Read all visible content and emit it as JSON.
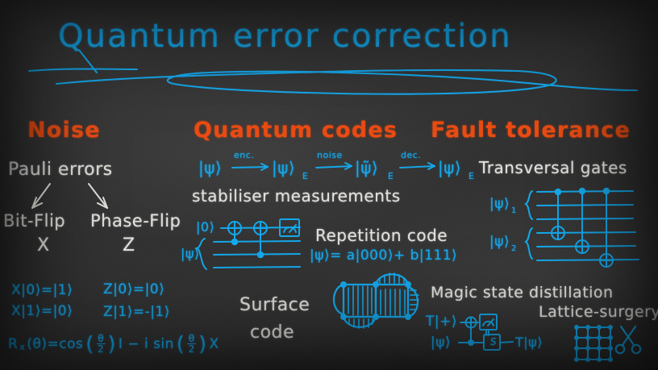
{
  "board": {
    "background_color": "#333333",
    "chalk_white": "#e3e1dc",
    "chalk_blue": "#13a7ea",
    "chalk_orange": "#ea4a11"
  },
  "title": {
    "text": "Quantum error correction",
    "color": "#13a7ea"
  },
  "columns": {
    "noise": {
      "heading": "Noise",
      "subtitle": "Pauli errors",
      "branch_left": "Bit-Flip",
      "branch_left_op": "X",
      "branch_right": "Phase-Flip",
      "branch_right_op": "Z",
      "eq_x0": "X|0⟩=|1⟩",
      "eq_x1": "X|1⟩=|0⟩",
      "eq_z0": "Z|0⟩=|0⟩",
      "eq_z1": "Z|1⟩=-|1⟩",
      "eq_rx": "Rₓ(θ)=cos(θ/2) I − i sin(θ/2) X",
      "eq_rx_parts": {
        "lhs": "R",
        "sub": "x",
        "arg": "(θ)=cos",
        "frac1_num": "θ",
        "frac1_den": "2",
        "mid": "I − i sin",
        "frac2_num": "θ",
        "frac2_den": "2",
        "tail": "X"
      }
    },
    "quantum_codes": {
      "heading": "Quantum codes",
      "chain": {
        "state_1": "|ψ⟩",
        "arrow_1": "enc.",
        "state_2": "|ψ⟩",
        "state_2_sub": "E",
        "arrow_2": "noise",
        "state_3": "|ψ̃⟩",
        "state_3_sub": "E",
        "arrow_3": "dec.",
        "state_4": "|ψ⟩",
        "state_4_sub": "E"
      },
      "stabiliser_label": "stabiliser measurements",
      "circuit": {
        "ancilla_label": "|0⟩",
        "data_label": "|ψ⟩",
        "meter_symbol": "⤳",
        "gate_symbol": "⊕"
      },
      "repetition_title": "Repetition code",
      "repetition_eq": "|ψ⟩= a|000⟩+ b|111⟩",
      "surface_title_line1": "Surface",
      "surface_title_line2": "code"
    },
    "fault_tolerance": {
      "heading": "Fault tolerance",
      "transversal_label": "Transversal gates",
      "register_1": "|ψ⟩",
      "register_1_sub": "1",
      "register_2": "|ψ⟩",
      "register_2_sub": "2",
      "magic_label": "Magic state distillation",
      "lattice_label": "Lattice-surgery",
      "magic_circuit": {
        "input_top": "T|+⟩",
        "input_bottom": "|ψ⟩",
        "meter_symbol": "⤳",
        "s_gate": "S",
        "output": "T|ψ⟩"
      },
      "scissors_icon": "✂"
    }
  }
}
